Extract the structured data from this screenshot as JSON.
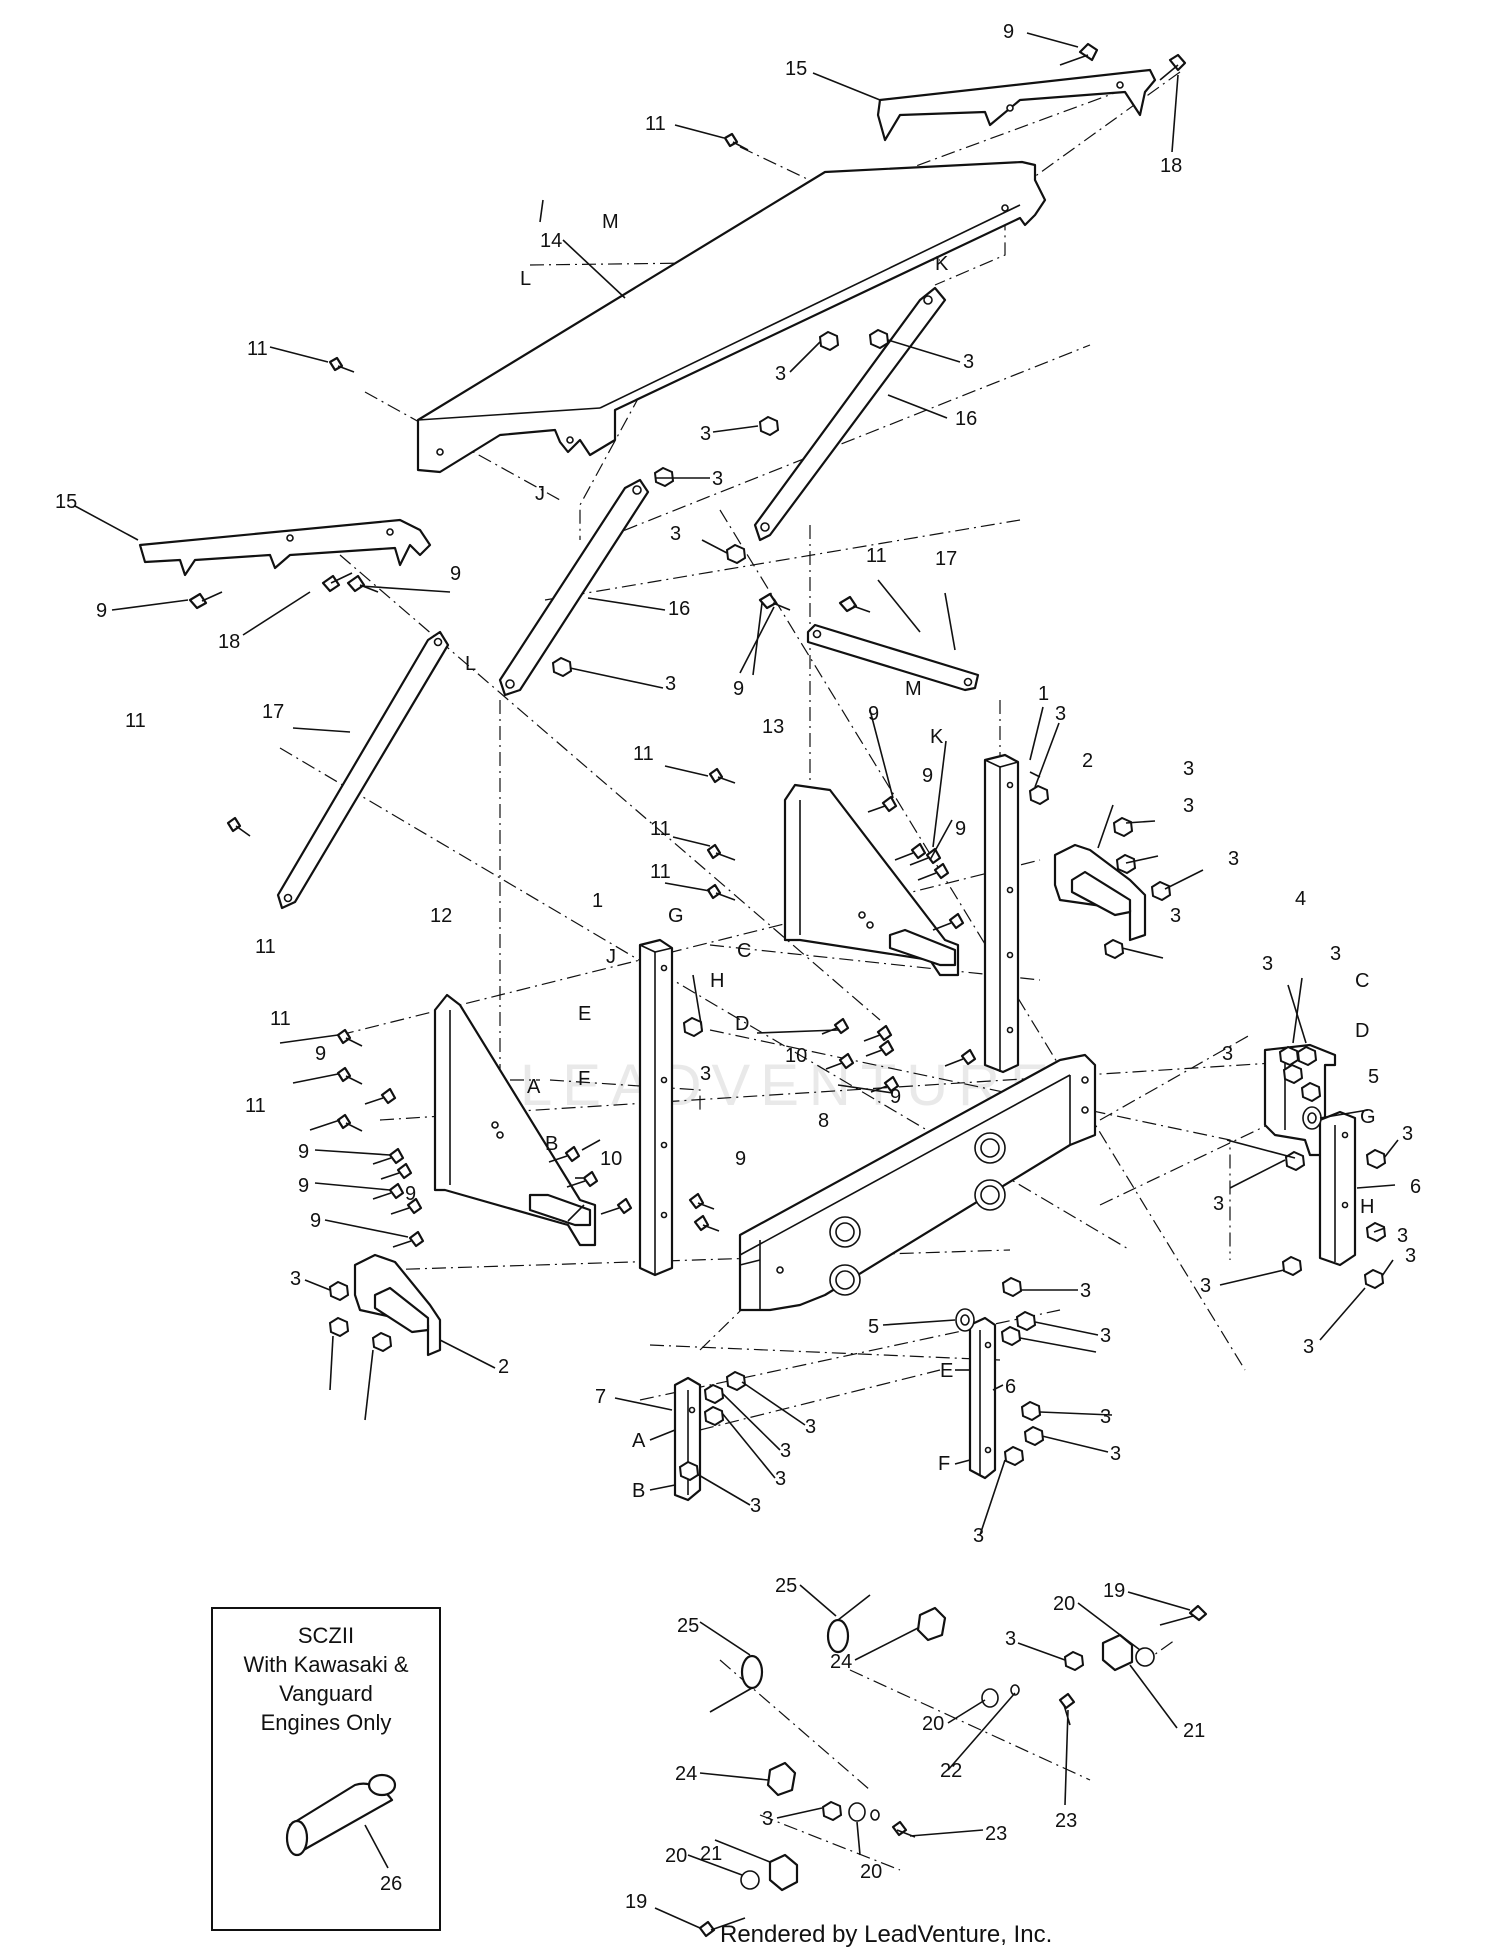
{
  "watermark": "LEADVENTURE",
  "footer": "Rendered by LeadVenture, Inc.",
  "inset": {
    "lines": [
      "SCZII",
      "With Kawasaki &",
      "Vanguard",
      "Engines Only"
    ],
    "part_number": "26"
  },
  "callouts": [
    {
      "id": "c01",
      "text": "9"
    },
    {
      "id": "c02",
      "text": "15"
    },
    {
      "id": "c03",
      "text": "18"
    },
    {
      "id": "c04",
      "text": "11"
    },
    {
      "id": "c05",
      "text": "M"
    },
    {
      "id": "c06",
      "text": "14"
    },
    {
      "id": "c07",
      "text": "L"
    },
    {
      "id": "c08",
      "text": "K"
    },
    {
      "id": "c09",
      "text": "11"
    },
    {
      "id": "c10",
      "text": "3"
    },
    {
      "id": "c11",
      "text": "3"
    },
    {
      "id": "c12",
      "text": "16"
    },
    {
      "id": "c13",
      "text": "3"
    },
    {
      "id": "c14",
      "text": "3"
    },
    {
      "id": "c15",
      "text": "J"
    },
    {
      "id": "c16",
      "text": "15"
    },
    {
      "id": "c17",
      "text": "3"
    },
    {
      "id": "c18",
      "text": "9"
    },
    {
      "id": "c19",
      "text": "18"
    },
    {
      "id": "c20",
      "text": "9"
    },
    {
      "id": "c21",
      "text": "16"
    },
    {
      "id": "c22",
      "text": "L"
    },
    {
      "id": "c23",
      "text": "3"
    },
    {
      "id": "c24",
      "text": "11"
    },
    {
      "id": "c25",
      "text": "17"
    },
    {
      "id": "c26",
      "text": "9"
    },
    {
      "id": "c27",
      "text": "M"
    },
    {
      "id": "c28",
      "text": "17"
    },
    {
      "id": "c29",
      "text": "11"
    },
    {
      "id": "c30",
      "text": "13"
    },
    {
      "id": "c31",
      "text": "9"
    },
    {
      "id": "c32",
      "text": "1"
    },
    {
      "id": "c33",
      "text": "3"
    },
    {
      "id": "c34",
      "text": "K"
    },
    {
      "id": "c35",
      "text": "11"
    },
    {
      "id": "c36",
      "text": "9"
    },
    {
      "id": "c37",
      "text": "2"
    },
    {
      "id": "c38",
      "text": "3"
    },
    {
      "id": "c39",
      "text": "3"
    },
    {
      "id": "c40",
      "text": "11"
    },
    {
      "id": "c41",
      "text": "9"
    },
    {
      "id": "c42",
      "text": "3"
    },
    {
      "id": "c43",
      "text": "11"
    },
    {
      "id": "c44",
      "text": "G"
    },
    {
      "id": "c45",
      "text": "3"
    },
    {
      "id": "c46",
      "text": "1"
    },
    {
      "id": "c47",
      "text": "C"
    },
    {
      "id": "c48",
      "text": "4"
    },
    {
      "id": "c49",
      "text": "11"
    },
    {
      "id": "c50",
      "text": "J"
    },
    {
      "id": "c51",
      "text": "H"
    },
    {
      "id": "c52",
      "text": "3"
    },
    {
      "id": "c53",
      "text": "3"
    },
    {
      "id": "c54",
      "text": "C"
    },
    {
      "id": "c55",
      "text": "12"
    },
    {
      "id": "c56",
      "text": "D"
    },
    {
      "id": "c57",
      "text": "D"
    },
    {
      "id": "c58",
      "text": "E"
    },
    {
      "id": "c59",
      "text": "11"
    },
    {
      "id": "c60",
      "text": "3"
    },
    {
      "id": "c61",
      "text": "3"
    },
    {
      "id": "c62",
      "text": "10"
    },
    {
      "id": "c63",
      "text": "9"
    },
    {
      "id": "c64",
      "text": "5"
    },
    {
      "id": "c65",
      "text": "9"
    },
    {
      "id": "c66",
      "text": "F"
    },
    {
      "id": "c67",
      "text": "11"
    },
    {
      "id": "c68",
      "text": "A"
    },
    {
      "id": "c69",
      "text": "8"
    },
    {
      "id": "c70",
      "text": "G"
    },
    {
      "id": "c71",
      "text": "3"
    },
    {
      "id": "c72",
      "text": "9"
    },
    {
      "id": "c73",
      "text": "B"
    },
    {
      "id": "c74",
      "text": "10"
    },
    {
      "id": "c75",
      "text": "6"
    },
    {
      "id": "c76",
      "text": "9"
    },
    {
      "id": "c77",
      "text": "9"
    },
    {
      "id": "c78",
      "text": "9"
    },
    {
      "id": "c79",
      "text": "3"
    },
    {
      "id": "c80",
      "text": "H"
    },
    {
      "id": "c81",
      "text": "3"
    },
    {
      "id": "c82",
      "text": "9"
    },
    {
      "id": "c83",
      "text": "3"
    },
    {
      "id": "c84",
      "text": "3"
    },
    {
      "id": "c85",
      "text": "3"
    },
    {
      "id": "c86",
      "text": "2"
    },
    {
      "id": "c87",
      "text": "5"
    },
    {
      "id": "c88",
      "text": "3"
    },
    {
      "id": "c89",
      "text": "3"
    },
    {
      "id": "c90",
      "text": "3"
    },
    {
      "id": "c91",
      "text": "E"
    },
    {
      "id": "c92",
      "text": "6"
    },
    {
      "id": "c93",
      "text": "7"
    },
    {
      "id": "c94",
      "text": "3"
    },
    {
      "id": "c95",
      "text": "3"
    },
    {
      "id": "c96",
      "text": "A"
    },
    {
      "id": "c97",
      "text": "3"
    },
    {
      "id": "c98",
      "text": "3"
    },
    {
      "id": "c99",
      "text": "3"
    },
    {
      "id": "c100",
      "text": "F"
    },
    {
      "id": "c101",
      "text": "B"
    },
    {
      "id": "c102",
      "text": "3"
    },
    {
      "id": "c103",
      "text": "3"
    },
    {
      "id": "c104",
      "text": "19"
    },
    {
      "id": "c105",
      "text": "25"
    },
    {
      "id": "c106",
      "text": "20"
    },
    {
      "id": "c107",
      "text": "25"
    },
    {
      "id": "c108",
      "text": "3"
    },
    {
      "id": "c109",
      "text": "24"
    },
    {
      "id": "c110",
      "text": "21"
    },
    {
      "id": "c111",
      "text": "20"
    },
    {
      "id": "c112",
      "text": "22"
    },
    {
      "id": "c113",
      "text": "24"
    },
    {
      "id": "c114",
      "text": "23"
    },
    {
      "id": "c115",
      "text": "3"
    },
    {
      "id": "c116",
      "text": "20"
    },
    {
      "id": "c117",
      "text": "21"
    },
    {
      "id": "c118",
      "text": "23"
    },
    {
      "id": "c119",
      "text": "19"
    },
    {
      "id": "c120",
      "text": "20"
    }
  ]
}
